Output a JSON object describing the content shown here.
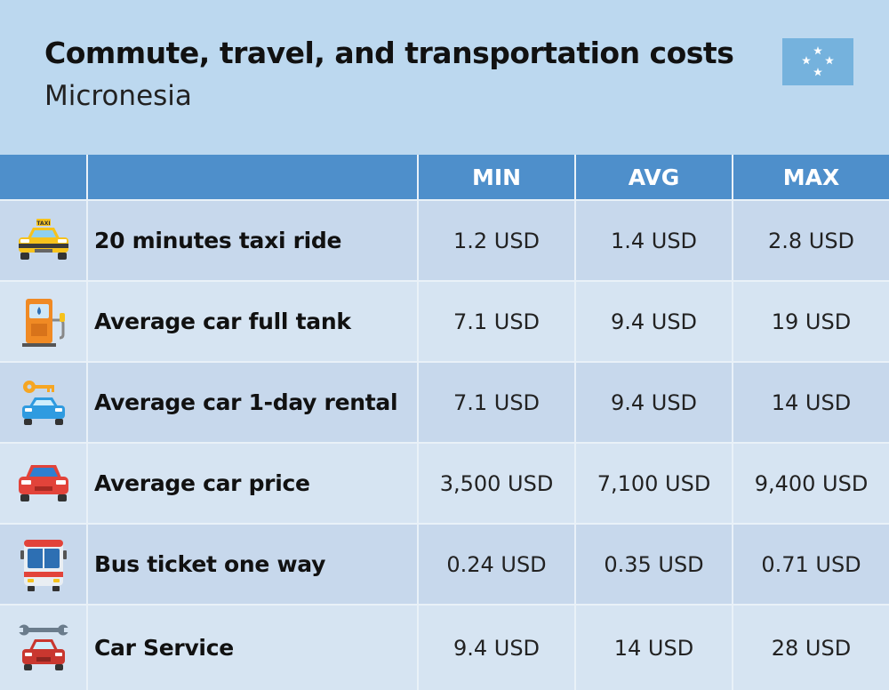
{
  "title": "Commute, travel, and transportation costs",
  "subtitle": "Micronesia",
  "flag": {
    "name": "micronesia-flag-icon",
    "color": "#75b2dd"
  },
  "columns": [
    "",
    "",
    "MIN",
    "AVG",
    "MAX"
  ],
  "rows": [
    {
      "icon": "taxi-icon",
      "label": "20 minutes taxi ride",
      "min": "1.2 USD",
      "avg": "1.4 USD",
      "max": "2.8 USD"
    },
    {
      "icon": "fuel-pump-icon",
      "label": "Average car full tank",
      "min": "7.1 USD",
      "avg": "9.4 USD",
      "max": "19 USD"
    },
    {
      "icon": "car-key-icon",
      "label": "Average car 1-day rental",
      "min": "7.1 USD",
      "avg": "9.4 USD",
      "max": "14 USD"
    },
    {
      "icon": "red-car-icon",
      "label": "Average car price",
      "min": "3,500 USD",
      "avg": "7,100 USD",
      "max": "9,400 USD"
    },
    {
      "icon": "bus-icon",
      "label": "Bus ticket one way",
      "min": "0.24 USD",
      "avg": "0.35 USD",
      "max": "0.71 USD"
    },
    {
      "icon": "wrench-car-icon",
      "label": "Car Service",
      "min": "9.4 USD",
      "avg": "14 USD",
      "max": "28 USD"
    }
  ],
  "colors": {
    "header_bg": "#bcd8ef",
    "table_header": "#4e8fcb",
    "row_odd": "#c7d8ec",
    "row_even": "#d6e4f2"
  }
}
